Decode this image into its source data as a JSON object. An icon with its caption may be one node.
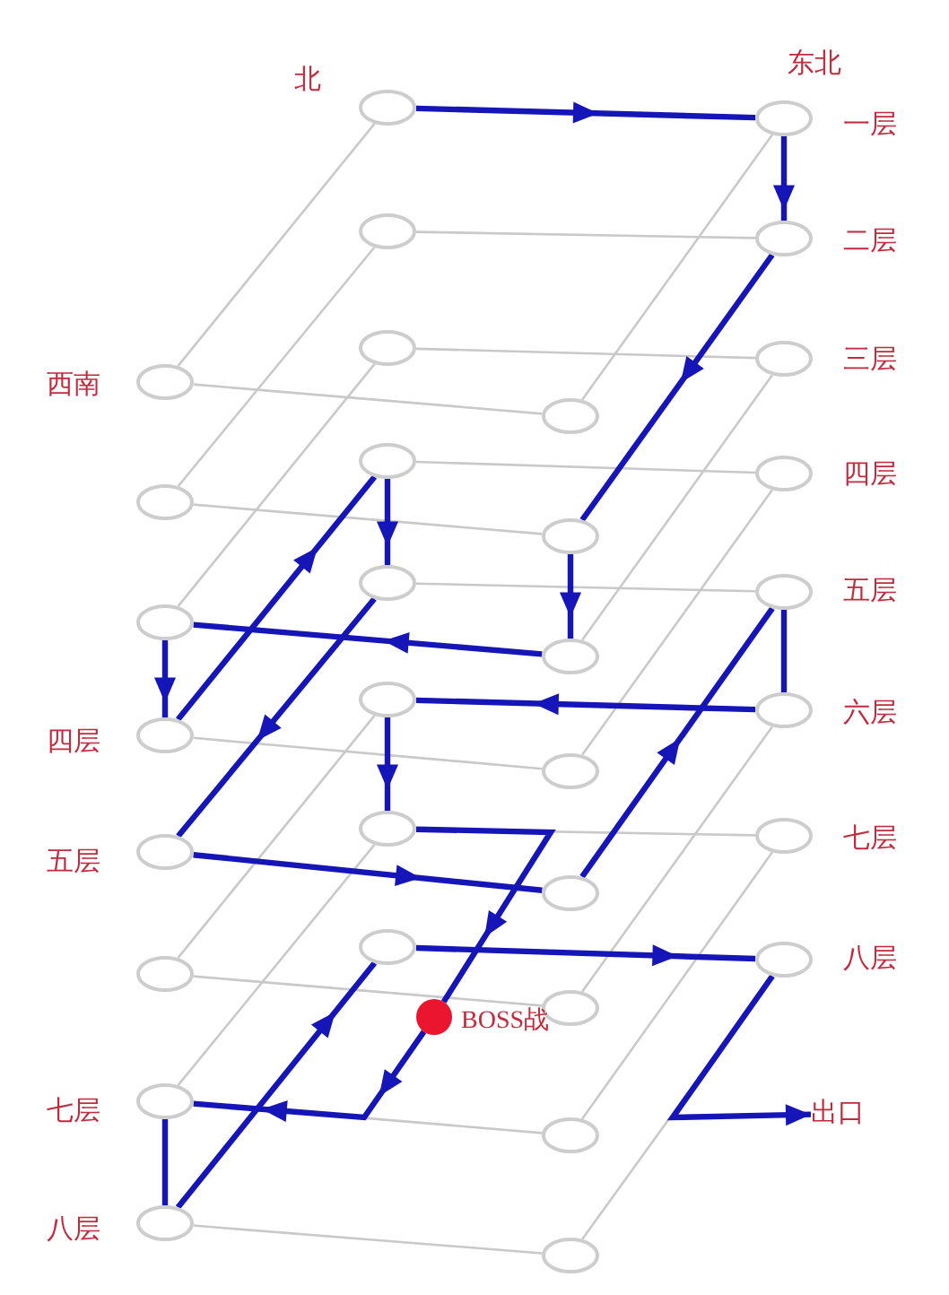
{
  "diagram": {
    "nodes": [
      {
        "text": [],
        "shape": "ellipse",
        "beside": [
          "北"
        ]
      },
      {
        "text": [],
        "shape": "ellipse",
        "beside": [
          "东北",
          "一层"
        ]
      },
      {
        "text": [],
        "shape": "ellipse",
        "beside": [
          "西南"
        ]
      },
      {
        "text": [],
        "shape": "ellipse"
      },
      {
        "text": [],
        "shape": "ellipse"
      },
      {
        "text": [],
        "shape": "ellipse",
        "beside": [
          "二层"
        ]
      },
      {
        "text": [],
        "shape": "ellipse"
      },
      {
        "text": [],
        "shape": "ellipse"
      },
      {
        "text": [],
        "shape": "ellipse"
      },
      {
        "text": [],
        "shape": "ellipse",
        "beside": [
          "三层"
        ]
      },
      {
        "text": [],
        "shape": "ellipse"
      },
      {
        "text": [],
        "shape": "ellipse"
      },
      {
        "text": [],
        "shape": "ellipse"
      },
      {
        "text": [],
        "shape": "ellipse",
        "beside": [
          "四层"
        ]
      },
      {
        "text": [],
        "shape": "ellipse",
        "beside": [
          "四层"
        ]
      },
      {
        "text": [],
        "shape": "ellipse"
      },
      {
        "text": [],
        "shape": "ellipse"
      },
      {
        "text": [],
        "shape": "ellipse",
        "beside": [
          "五层"
        ]
      },
      {
        "text": [],
        "shape": "ellipse",
        "beside": [
          "五层"
        ]
      },
      {
        "text": [],
        "shape": "ellipse"
      },
      {
        "text": [],
        "shape": "ellipse"
      },
      {
        "text": [],
        "shape": "ellipse",
        "beside": [
          "六层"
        ]
      },
      {
        "text": [],
        "shape": "ellipse"
      },
      {
        "text": [],
        "shape": "ellipse"
      },
      {
        "text": [],
        "shape": "ellipse"
      },
      {
        "text": [],
        "shape": "ellipse",
        "beside": [
          "七层"
        ]
      },
      {
        "text": [],
        "shape": "ellipse",
        "beside": [
          "七层"
        ]
      },
      {
        "text": [],
        "shape": "ellipse"
      },
      {
        "text": [],
        "shape": "ellipse"
      },
      {
        "text": [],
        "shape": "ellipse",
        "beside": [
          "八层"
        ]
      },
      {
        "text": [],
        "shape": "ellipse",
        "beside": [
          "八层"
        ]
      },
      {
        "text": [],
        "shape": "ellipse"
      },
      {
        "text": [],
        "shape": "circle",
        "beside": [
          "BOSS战"
        ]
      },
      {
        "text": [
          "出口"
        ]
      }
    ],
    "edges": [
      {
        "from": 0,
        "to": 1,
        "arrow": "to",
        "style": "thick",
        "color": "#1515b8"
      },
      {
        "from": 1,
        "to": 5,
        "arrow": "to",
        "style": "thick",
        "color": "#1515b8"
      },
      {
        "from": 5,
        "to": 7,
        "arrow": "to",
        "style": "thick",
        "color": "#1515b8"
      },
      {
        "from": 7,
        "to": 11,
        "arrow": "to",
        "style": "thick",
        "color": "#1515b8"
      },
      {
        "from": 11,
        "to": 10,
        "arrow": "to",
        "style": "thick",
        "color": "#1515b8"
      },
      {
        "from": 10,
        "to": 14,
        "arrow": "to",
        "style": "thick",
        "color": "#1515b8"
      },
      {
        "from": 14,
        "to": 12,
        "arrow": "to",
        "style": "thick",
        "color": "#1515b8"
      },
      {
        "from": 12,
        "to": 16,
        "arrow": "to",
        "style": "thick",
        "color": "#1515b8"
      },
      {
        "from": 16,
        "to": 18,
        "arrow": "to",
        "style": "thick",
        "color": "#1515b8"
      },
      {
        "from": 18,
        "to": 19,
        "arrow": "to",
        "style": "thick",
        "color": "#1515b8"
      },
      {
        "from": 19,
        "to": 17,
        "arrow": "to",
        "style": "thick",
        "color": "#1515b8"
      },
      {
        "from": 17,
        "to": 21,
        "arrow": "none",
        "style": "thick",
        "color": "#1515b8"
      },
      {
        "from": 21,
        "to": 20,
        "arrow": "to",
        "style": "thick",
        "color": "#1515b8"
      },
      {
        "from": 20,
        "to": 24,
        "arrow": "to",
        "style": "thick",
        "color": "#1515b8"
      },
      {
        "from": 24,
        "to": 32,
        "arrow": "to",
        "style": "thick",
        "color": "#1515b8"
      },
      {
        "from": 32,
        "to": 26,
        "arrow": "to",
        "style": "thick",
        "color": "#1515b8"
      },
      {
        "from": 26,
        "to": 30,
        "arrow": "none",
        "style": "thick",
        "color": "#1515b8"
      },
      {
        "from": 30,
        "to": 28,
        "arrow": "to",
        "style": "thick",
        "color": "#1515b8"
      },
      {
        "from": 28,
        "to": 29,
        "arrow": "to",
        "style": "thick",
        "color": "#1515b8"
      },
      {
        "from": 29,
        "to": 33,
        "arrow": "to",
        "style": "thick",
        "color": "#1515b8"
      },
      {
        "from": 1,
        "to": 3,
        "arrow": "none"
      },
      {
        "from": 2,
        "to": 3,
        "arrow": "none"
      },
      {
        "from": 0,
        "to": 2,
        "arrow": "none"
      },
      {
        "from": 4,
        "to": 5,
        "arrow": "none"
      },
      {
        "from": 6,
        "to": 7,
        "arrow": "none"
      },
      {
        "from": 4,
        "to": 6,
        "arrow": "none"
      },
      {
        "from": 8,
        "to": 9,
        "arrow": "none"
      },
      {
        "from": 9,
        "to": 11,
        "arrow": "none"
      },
      {
        "from": 8,
        "to": 10,
        "arrow": "none"
      },
      {
        "from": 12,
        "to": 13,
        "arrow": "none"
      },
      {
        "from": 13,
        "to": 15,
        "arrow": "none"
      },
      {
        "from": 14,
        "to": 15,
        "arrow": "none"
      },
      {
        "from": 16,
        "to": 17,
        "arrow": "none"
      },
      {
        "from": 21,
        "to": 23,
        "arrow": "none"
      },
      {
        "from": 22,
        "to": 23,
        "arrow": "none"
      },
      {
        "from": 20,
        "to": 22,
        "arrow": "none"
      },
      {
        "from": 24,
        "to": 25,
        "arrow": "none"
      },
      {
        "from": 25,
        "to": 27,
        "arrow": "none"
      },
      {
        "from": 26,
        "to": 27,
        "arrow": "none"
      },
      {
        "from": 24,
        "to": 26,
        "arrow": "none"
      },
      {
        "from": 29,
        "to": 31,
        "arrow": "none"
      },
      {
        "from": 30,
        "to": 31,
        "arrow": "none"
      }
    ]
  }
}
